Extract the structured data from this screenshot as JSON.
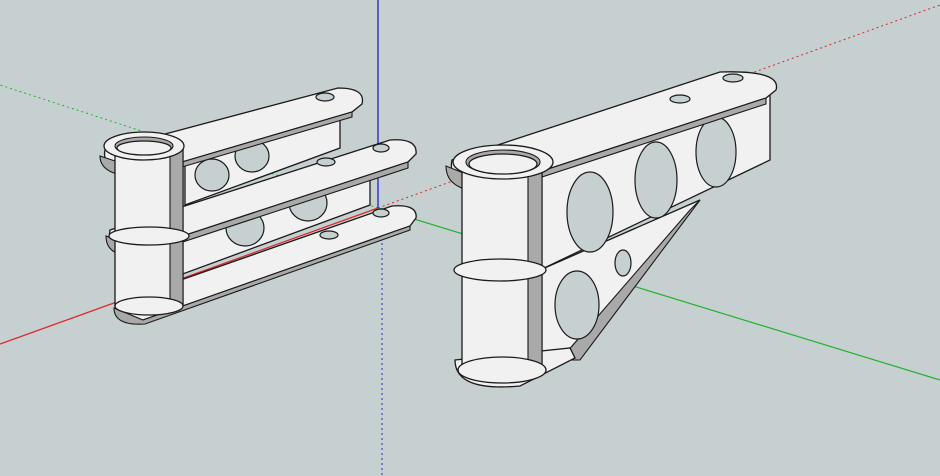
{
  "app": "SketchUp",
  "viewport": {
    "background_color": "#c6d0d1",
    "edge_color": "#1a1a1a",
    "face_color": "#f1f1f1",
    "shade_color": "#a9a9a9",
    "axes": {
      "red": "#e0242a",
      "green": "#22b22c",
      "blue": "#2a2ad8"
    }
  },
  "model": {
    "components": [
      {
        "name": "left-hinge-bracket",
        "type": "triple-plate-bracket"
      },
      {
        "name": "right-hinge-bracket",
        "type": "gusseted-bracket"
      }
    ]
  }
}
